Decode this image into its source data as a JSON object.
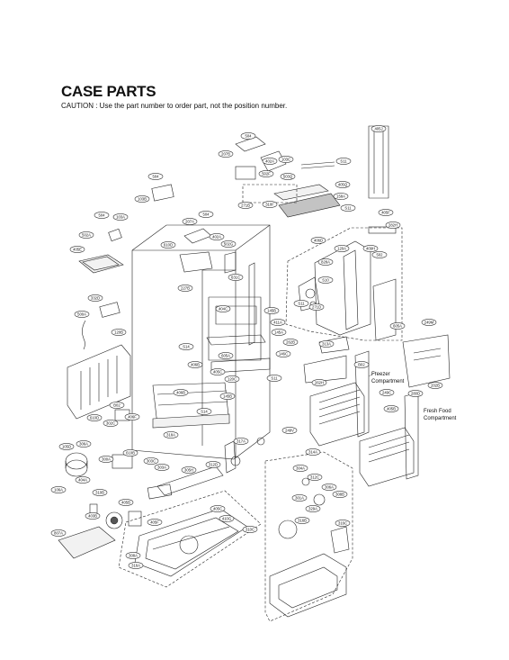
{
  "title": "CASE PARTS",
  "caution": "CAUTION : Use the part number to order part, not the position number.",
  "compartments": {
    "freezer": [
      "Freezer",
      "Compartment"
    ],
    "fresh_food": [
      "Fresh Food",
      "Compartment"
    ]
  },
  "labels": [
    "504",
    "207B",
    "402A",
    "502F",
    "103C",
    "S11",
    "405J",
    "503Q",
    "405Q",
    "158A",
    "271B",
    "310F",
    "S11",
    "405F",
    "504",
    "103B",
    "207A",
    "504",
    "402A",
    "502G",
    "282H",
    "103A",
    "504",
    "610D",
    "406D",
    "120A",
    "409H",
    "828A",
    "502",
    "502A",
    "405E",
    "631C",
    "S10",
    "227B",
    "S11",
    "271D",
    "332D",
    "404C",
    "500A",
    "145B",
    "411A",
    "605A",
    "249M",
    "145A",
    "120B",
    "262B",
    "313A",
    "S14",
    "146C",
    "406B",
    "B02",
    "605A",
    "405C",
    "S11",
    "262H",
    "249C",
    "202B",
    "406B",
    "120C",
    "145B",
    "280D",
    "B02",
    "S14",
    "405B",
    "406F",
    "610D",
    "302C",
    "318A",
    "317A",
    "249V",
    "105D",
    "306A",
    "314A",
    "300A",
    "610B",
    "303C",
    "304A",
    "303A",
    "305H",
    "312D",
    "312C",
    "106A",
    "404A",
    "310B",
    "306A",
    "403B",
    "405B",
    "308B",
    "301A",
    "329A",
    "405F",
    "405C",
    "410G",
    "316B",
    "316C",
    "807A",
    "310C",
    "308A",
    "316A",
    "316B",
    "316C"
  ]
}
